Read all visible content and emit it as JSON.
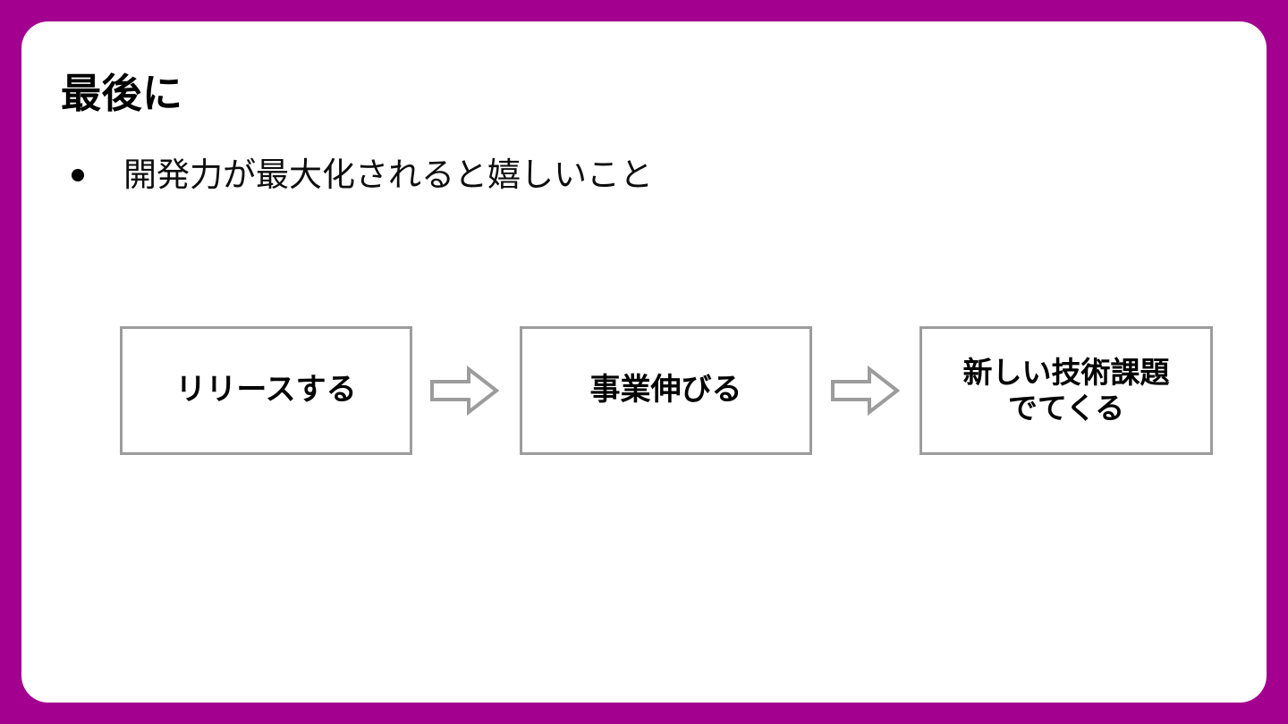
{
  "slide": {
    "background_color": "#a3008f",
    "card_color": "#ffffff",
    "title": "最後に",
    "bullets": [
      {
        "marker": "bullet-dot",
        "text": "開発力が最大化されると嬉しいこと"
      }
    ],
    "flow": {
      "box_border_color": "#9c9c9c",
      "arrow_color": "#9c9c9c",
      "boxes": [
        {
          "label": "リリースする"
        },
        {
          "label": "事業伸びる"
        },
        {
          "label": "新しい技術課題\nでてくる"
        }
      ],
      "arrows": [
        {
          "icon": "arrow-right-block-icon"
        },
        {
          "icon": "arrow-right-block-icon"
        }
      ]
    }
  }
}
